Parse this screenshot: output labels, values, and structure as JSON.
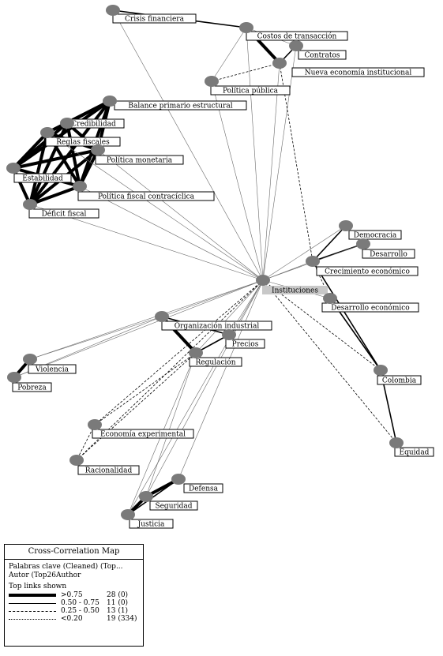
{
  "nodes": [
    {
      "id": "crisis",
      "label": "Crisis financiera"
    },
    {
      "id": "costos",
      "label": "Costos de transacción"
    },
    {
      "id": "contratos",
      "label": "Contratos"
    },
    {
      "id": "nei",
      "label": "Nueva economía institucional"
    },
    {
      "id": "politica_publica",
      "label": "Política pública"
    },
    {
      "id": "balance",
      "label": "Balance primario estructural"
    },
    {
      "id": "credibilidad",
      "label": "Credibilidad"
    },
    {
      "id": "reglas",
      "label": "Reglas fiscales"
    },
    {
      "id": "pol_monetaria",
      "label": "Política monetaria"
    },
    {
      "id": "estabilidad",
      "label": "Estabilidad"
    },
    {
      "id": "pol_fiscal",
      "label": "Política fiscal contracíclica"
    },
    {
      "id": "deficit",
      "label": "Déficit fiscal"
    },
    {
      "id": "democracia",
      "label": "Democracia"
    },
    {
      "id": "desarrollo",
      "label": "Desarrollo"
    },
    {
      "id": "crecimiento",
      "label": "Crecimiento económico"
    },
    {
      "id": "instituciones",
      "label": "Instituciones",
      "highlight": true
    },
    {
      "id": "desarrollo_eco",
      "label": "Desarrollo económico"
    },
    {
      "id": "org_industrial",
      "label": "Organización industrial"
    },
    {
      "id": "precios",
      "label": "Precios"
    },
    {
      "id": "regulacion",
      "label": "Regulación"
    },
    {
      "id": "violencia",
      "label": "Violencia"
    },
    {
      "id": "pobreza",
      "label": "Pobreza"
    },
    {
      "id": "colombia",
      "label": "Colombia"
    },
    {
      "id": "eco_experimental",
      "label": "Economía experimental"
    },
    {
      "id": "racionalidad",
      "label": "Racionalidad"
    },
    {
      "id": "equidad",
      "label": "Equidad"
    },
    {
      "id": "defensa",
      "label": "Defensa"
    },
    {
      "id": "seguridad",
      "label": "Seguridad"
    },
    {
      "id": "justicia",
      "label": "Justicia"
    }
  ],
  "links": [
    {
      "s": "crisis",
      "t": "costos",
      "w": 2
    },
    {
      "s": "costos",
      "t": "nei",
      "w": 4
    },
    {
      "s": "contratos",
      "t": "nei",
      "w": 2
    },
    {
      "s": "politica_publica",
      "t": "nei",
      "w": 1
    },
    {
      "s": "politica_publica",
      "t": "costos",
      "w": 0
    },
    {
      "s": "contratos",
      "t": "costos",
      "w": 0
    },
    {
      "s": "balance",
      "t": "credibilidad",
      "w": 4
    },
    {
      "s": "balance",
      "t": "reglas",
      "w": 4
    },
    {
      "s": "balance",
      "t": "estabilidad",
      "w": 4
    },
    {
      "s": "balance",
      "t": "deficit",
      "w": 4
    },
    {
      "s": "balance",
      "t": "pol_fiscal",
      "w": 4
    },
    {
      "s": "balance",
      "t": "pol_monetaria",
      "w": 4
    },
    {
      "s": "credibilidad",
      "t": "reglas",
      "w": 4
    },
    {
      "s": "credibilidad",
      "t": "estabilidad",
      "w": 4
    },
    {
      "s": "credibilidad",
      "t": "deficit",
      "w": 4
    },
    {
      "s": "credibilidad",
      "t": "pol_fiscal",
      "w": 4
    },
    {
      "s": "credibilidad",
      "t": "pol_monetaria",
      "w": 4
    },
    {
      "s": "reglas",
      "t": "estabilidad",
      "w": 4
    },
    {
      "s": "reglas",
      "t": "deficit",
      "w": 4
    },
    {
      "s": "reglas",
      "t": "pol_fiscal",
      "w": 4
    },
    {
      "s": "reglas",
      "t": "pol_monetaria",
      "w": 4
    },
    {
      "s": "pol_monetaria",
      "t": "estabilidad",
      "w": 4
    },
    {
      "s": "pol_monetaria",
      "t": "deficit",
      "w": 4
    },
    {
      "s": "pol_monetaria",
      "t": "pol_fiscal",
      "w": 4
    },
    {
      "s": "estabilidad",
      "t": "deficit",
      "w": 4
    },
    {
      "s": "estabilidad",
      "t": "pol_fiscal",
      "w": 4
    },
    {
      "s": "pol_fiscal",
      "t": "deficit",
      "w": 4
    },
    {
      "s": "democracia",
      "t": "crecimiento",
      "w": 2
    },
    {
      "s": "desarrollo",
      "t": "crecimiento",
      "w": 2
    },
    {
      "s": "org_industrial",
      "t": "regulacion",
      "w": 4
    },
    {
      "s": "org_industrial",
      "t": "precios",
      "w": 2
    },
    {
      "s": "precios",
      "t": "regulacion",
      "w": 2
    },
    {
      "s": "violencia",
      "t": "pobreza",
      "w": 4
    },
    {
      "s": "defensa",
      "t": "seguridad",
      "w": 4
    },
    {
      "s": "seguridad",
      "t": "justicia",
      "w": 4
    },
    {
      "s": "justicia",
      "t": "defensa",
      "w": 2
    },
    {
      "s": "eco_experimental",
      "t": "racionalidad",
      "w": 1
    },
    {
      "s": "crecimiento",
      "t": "colombia",
      "w": 2
    },
    {
      "s": "desarrollo_eco",
      "t": "colombia",
      "w": 2
    },
    {
      "s": "colombia",
      "t": "equidad",
      "w": 2
    },
    {
      "s": "instituciones",
      "t": "crisis",
      "w": 0
    },
    {
      "s": "instituciones",
      "t": "costos",
      "w": 0
    },
    {
      "s": "instituciones",
      "t": "contratos",
      "w": 0
    },
    {
      "s": "instituciones",
      "t": "nei",
      "w": 0
    },
    {
      "s": "instituciones",
      "t": "politica_publica",
      "w": 0
    },
    {
      "s": "instituciones",
      "t": "reglas",
      "w": 0
    },
    {
      "s": "instituciones",
      "t": "pol_monetaria",
      "w": 0
    },
    {
      "s": "instituciones",
      "t": "pol_fiscal",
      "w": 0
    },
    {
      "s": "instituciones",
      "t": "deficit",
      "w": 0
    },
    {
      "s": "instituciones",
      "t": "democracia",
      "w": 0
    },
    {
      "s": "instituciones",
      "t": "desarrollo",
      "w": 0
    },
    {
      "s": "instituciones",
      "t": "crecimiento",
      "w": 0
    },
    {
      "s": "instituciones",
      "t": "desarrollo_eco",
      "w": 0
    },
    {
      "s": "instituciones",
      "t": "colombia",
      "w": 1
    },
    {
      "s": "instituciones",
      "t": "equidad",
      "w": 1
    },
    {
      "s": "instituciones",
      "t": "org_industrial",
      "w": 0
    },
    {
      "s": "instituciones",
      "t": "precios",
      "w": 0
    },
    {
      "s": "instituciones",
      "t": "regulacion",
      "w": 0
    },
    {
      "s": "instituciones",
      "t": "violencia",
      "w": 0
    },
    {
      "s": "instituciones",
      "t": "pobreza",
      "w": 0
    },
    {
      "s": "instituciones",
      "t": "eco_experimental",
      "w": 1
    },
    {
      "s": "instituciones",
      "t": "racionalidad",
      "w": 1
    },
    {
      "s": "instituciones",
      "t": "defensa",
      "w": 0
    },
    {
      "s": "instituciones",
      "t": "seguridad",
      "w": 0
    },
    {
      "s": "instituciones",
      "t": "justicia",
      "w": 0
    },
    {
      "s": "org_industrial",
      "t": "violencia",
      "w": 0
    },
    {
      "s": "org_industrial",
      "t": "pobreza",
      "w": 0
    },
    {
      "s": "regulacion",
      "t": "eco_experimental",
      "w": 1
    },
    {
      "s": "regulacion",
      "t": "racionalidad",
      "w": 1
    },
    {
      "s": "regulacion",
      "t": "justicia",
      "w": 0
    },
    {
      "s": "regulacion",
      "t": "seguridad",
      "w": 0
    },
    {
      "s": "nei",
      "t": "crecimiento",
      "w": 1
    },
    {
      "s": "crecimiento",
      "t": "desarrollo_eco",
      "w": 1
    }
  ],
  "legend": {
    "title": "Cross-Correlation Map",
    "subtitle_line1": "Palabras clave (Cleaned) (Top...",
    "subtitle_line2": "Autor (Top26Author",
    "links_heading": "Top links shown",
    "rows": [
      {
        "range": ">0.75",
        "count": "28 (0)",
        "style": "solid-thick"
      },
      {
        "range": "0.50 - 0.75",
        "count": "11 (0)",
        "style": "solid-thin"
      },
      {
        "range": "0.25 - 0.50",
        "count": "13 (1)",
        "style": "dashed"
      },
      {
        "range": "<0.20",
        "count": "19 (334)",
        "style": "dotted"
      }
    ]
  }
}
